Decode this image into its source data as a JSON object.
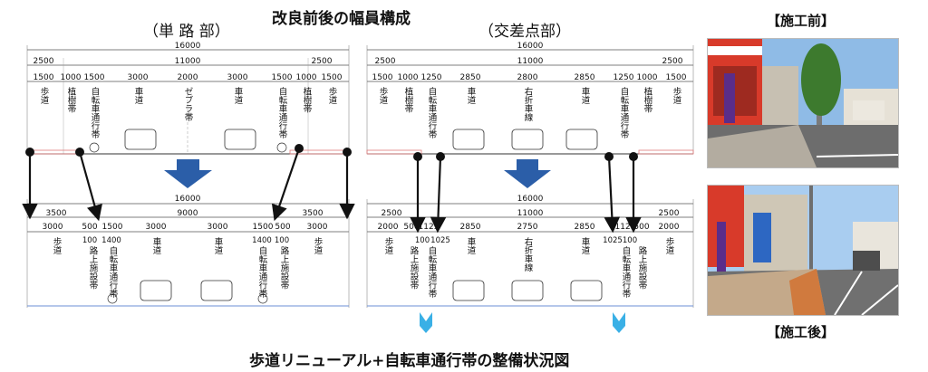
{
  "header": {
    "title": "改良前後の幅員構成",
    "section_left": "（単 路 部）",
    "section_right": "（交差点部）",
    "footer": "歩道リニューアル+自転車通行帯の整備状況図"
  },
  "photos": {
    "before_label": "【施工前】",
    "after_label": "【施工後】"
  },
  "left_before": {
    "total": "16000",
    "carriage": "11000",
    "side_left": "2500",
    "side_right": "2500",
    "dims": [
      "1500",
      "1000",
      "1500",
      "3000",
      "2000",
      "3000",
      "1500",
      "1000",
      "1500"
    ],
    "labels": [
      "歩道",
      "植樹帯",
      "自転車通行帯",
      "車道",
      "ゼブラ帯",
      "車道",
      "自転車通行帯",
      "植樹帯",
      "歩道"
    ]
  },
  "right_before": {
    "total": "16000",
    "carriage": "11000",
    "side_left": "2500",
    "side_right": "2500",
    "dims": [
      "1500",
      "1000",
      "1250",
      "2850",
      "2800",
      "2850",
      "1250",
      "1000",
      "1500"
    ],
    "labels": [
      "歩道",
      "植樹帯",
      "自転車通行帯",
      "車道",
      "右折車線",
      "車道",
      "自転車通行帯",
      "植樹帯",
      "歩道"
    ]
  },
  "left_after": {
    "total": "16000",
    "carriage": "9000",
    "side_left": "3500",
    "side_right": "3500",
    "dims": [
      "3000",
      "500",
      "1500",
      "3000",
      "3000",
      "1500",
      "500",
      "3000"
    ],
    "sub": [
      "100",
      "1400",
      "1400",
      "100"
    ],
    "labels": [
      "歩道",
      "路上施設帯",
      "自転車通行帯",
      "車道",
      "車道",
      "自転車通行帯",
      "路上施設帯",
      "歩道"
    ]
  },
  "right_after": {
    "total": "16000",
    "carriage": "11000",
    "side_left": "2500",
    "side_right": "2500",
    "dims": [
      "2000",
      "500",
      "1125",
      "2850",
      "2750",
      "2850",
      "1125",
      "500",
      "2000"
    ],
    "sub": [
      "100",
      "1025",
      "1025",
      "100"
    ],
    "labels": [
      "歩道",
      "路上施設帯",
      "自転車通行帯",
      "車道",
      "右折車線",
      "車道",
      "自転車通行帯",
      "路上施設帯",
      "歩道"
    ]
  },
  "colors": {
    "arrow_blue": "#2b5ea8",
    "marker_cyan": "#3ab0e6",
    "curb_red": "#e07a7a"
  }
}
